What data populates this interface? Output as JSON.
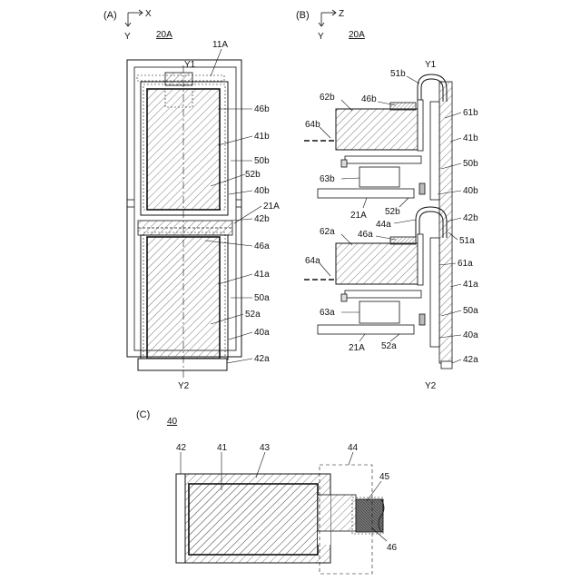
{
  "panels": {
    "A": {
      "tag": "(A)",
      "figure": "20A",
      "axis_h": "X",
      "axis_v": "Y",
      "labels": {
        "y1": "Y1",
        "y2": "Y2",
        "l11A": "11A",
        "l46b": "46b",
        "l41b": "41b",
        "l50b": "50b",
        "l52b": "52b",
        "l40b": "40b",
        "l21A": "21A",
        "l42b": "42b",
        "l46a": "46a",
        "l41a": "41a",
        "l50a": "50a",
        "l52a": "52a",
        "l40a": "40a",
        "l42a": "42a"
      }
    },
    "B": {
      "tag": "(B)",
      "figure": "20A",
      "axis_h": "Z",
      "axis_v": "Y",
      "labels": {
        "y1": "Y1",
        "y2": "Y2",
        "l51b": "51b",
        "l46b": "46b",
        "l62b": "62b",
        "l61b": "61b",
        "l64b": "64b",
        "l41b": "41b",
        "l50b": "50b",
        "l63b": "63b",
        "l40b": "40b",
        "l21A_top": "21A",
        "l52b": "52b",
        "l44a": "44a",
        "l42b": "42b",
        "l62a": "62a",
        "l46a": "46a",
        "l51a": "51a",
        "l61a": "61a",
        "l64a": "64a",
        "l41a": "41a",
        "l50a": "50a",
        "l63a": "63a",
        "l40a": "40a",
        "l21A_bot": "21A",
        "l52a": "52a",
        "l42a": "42a"
      }
    },
    "C": {
      "tag": "(C)",
      "figure": "40",
      "labels": {
        "l42": "42",
        "l41": "41",
        "l43": "43",
        "l44": "44",
        "l45": "45",
        "l46": "46"
      }
    }
  }
}
